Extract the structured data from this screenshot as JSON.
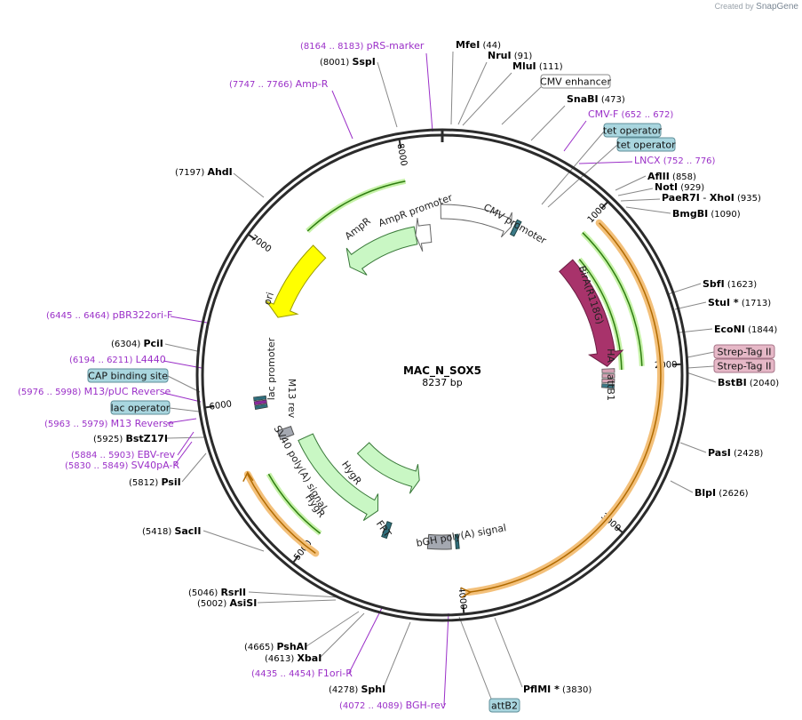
{
  "credit": {
    "prefix": "Created by",
    "brand": "SnapGene"
  },
  "plasmid": {
    "name": "MAC_N_SOX5",
    "length": "8237 bp"
  },
  "ticks": [
    "1000",
    "2000",
    "3000",
    "4000",
    "5000",
    "6000",
    "7000",
    "8000"
  ],
  "features": [
    {
      "name": "CMV promoter",
      "type": "promoter"
    },
    {
      "name": "BirA(R118G)",
      "type": "cds"
    },
    {
      "name": "HA",
      "type": "tag"
    },
    {
      "name": "attB1",
      "type": "misc"
    },
    {
      "name": "bGH poly(A) signal",
      "type": "terminator"
    },
    {
      "name": "FRT",
      "type": "misc"
    },
    {
      "name": "HygR",
      "type": "cds"
    },
    {
      "name": "SV40 poly(A) signal",
      "type": "terminator"
    },
    {
      "name": "M13 rev",
      "type": "primer"
    },
    {
      "name": "lac promoter",
      "type": "promoter"
    },
    {
      "name": "ori",
      "type": "origin"
    },
    {
      "name": "AmpR",
      "type": "cds"
    },
    {
      "name": "AmpR promoter",
      "type": "promoter"
    }
  ],
  "enzymes": [
    {
      "name": "MfeI",
      "pos": "(44)"
    },
    {
      "name": "NruI",
      "pos": "(91)"
    },
    {
      "name": "MluI",
      "pos": "(111)"
    },
    {
      "name": "SnaBI",
      "pos": "(473)"
    },
    {
      "name": "AflII",
      "pos": "(858)"
    },
    {
      "name": "NotI",
      "pos": "(929)"
    },
    {
      "name": "PaeR7I",
      "pos": ""
    },
    {
      "name": "XhoI",
      "pos": "(935)"
    },
    {
      "name": "BmgBI",
      "pos": "(1090)"
    },
    {
      "name": "SbfI",
      "pos": "(1623)"
    },
    {
      "name": "StuI *",
      "pos": "(1713)"
    },
    {
      "name": "EcoNI",
      "pos": "(1844)"
    },
    {
      "name": "BstBI",
      "pos": "(2040)"
    },
    {
      "name": "PasI",
      "pos": "(2428)"
    },
    {
      "name": "BlpI",
      "pos": "(2626)"
    },
    {
      "name": "PflMI *",
      "pos": "(3830)"
    },
    {
      "name": "SphI",
      "pos": "(4278)"
    },
    {
      "name": "XbaI",
      "pos": "(4613)"
    },
    {
      "name": "PshAI",
      "pos": "(4665)"
    },
    {
      "name": "AsiSI",
      "pos": "(5002)"
    },
    {
      "name": "RsrII",
      "pos": "(5046)"
    },
    {
      "name": "SacII",
      "pos": "(5418)"
    },
    {
      "name": "PsiI",
      "pos": "(5812)"
    },
    {
      "name": "BstZ17I",
      "pos": "(5925)"
    },
    {
      "name": "PciI",
      "pos": "(6304)"
    },
    {
      "name": "AhdI",
      "pos": "(7197)"
    },
    {
      "name": "SspI",
      "pos": "(8001)"
    }
  ],
  "primers": [
    {
      "name": "pRS-marker",
      "range": "(8164 .. 8183)"
    },
    {
      "name": "Amp-R",
      "range": "(7747 .. 7766)"
    },
    {
      "name": "CMV-F",
      "range": "(652 .. 672)"
    },
    {
      "name": "LNCX",
      "range": "(752 .. 776)"
    },
    {
      "name": "pBR322ori-F",
      "range": "(6445 .. 6464)"
    },
    {
      "name": "L4440",
      "range": "(6194 .. 6211)"
    },
    {
      "name": "M13/pUC Reverse",
      "range": "(5976 .. 5998)"
    },
    {
      "name": "M13 Reverse",
      "range": "(5963 .. 5979)"
    },
    {
      "name": "EBV-rev",
      "range": "(5884 .. 5903)"
    },
    {
      "name": "SV40pA-R",
      "range": "(5830 .. 5849)"
    },
    {
      "name": "F1ori-R",
      "range": "(4435 .. 4454)"
    },
    {
      "name": "BGH-rev",
      "range": "(4072 .. 4089)"
    }
  ],
  "boxes": [
    {
      "name": "CMV enhancer",
      "style": "white"
    },
    {
      "name": "tet operator",
      "style": "teal"
    },
    {
      "name": "tet operator",
      "style": "teal"
    },
    {
      "name": "Strep-Tag II",
      "style": "pink"
    },
    {
      "name": "Strep-Tag II",
      "style": "pink"
    },
    {
      "name": "CAP binding site",
      "style": "teal"
    },
    {
      "name": "lac operator",
      "style": "teal"
    },
    {
      "name": "attB2",
      "style": "teal"
    }
  ],
  "colors": {
    "enzyme": "#000000",
    "primer": "#9b30c8",
    "backbone": "#2b2b2b",
    "green_cds": "#c9f7c4",
    "birA": "#a8336b",
    "ori": "#ffff00",
    "teal_box": "#a9d6df",
    "pink_box": "#e6b8c7",
    "orange_glow": "#f3c07a"
  }
}
